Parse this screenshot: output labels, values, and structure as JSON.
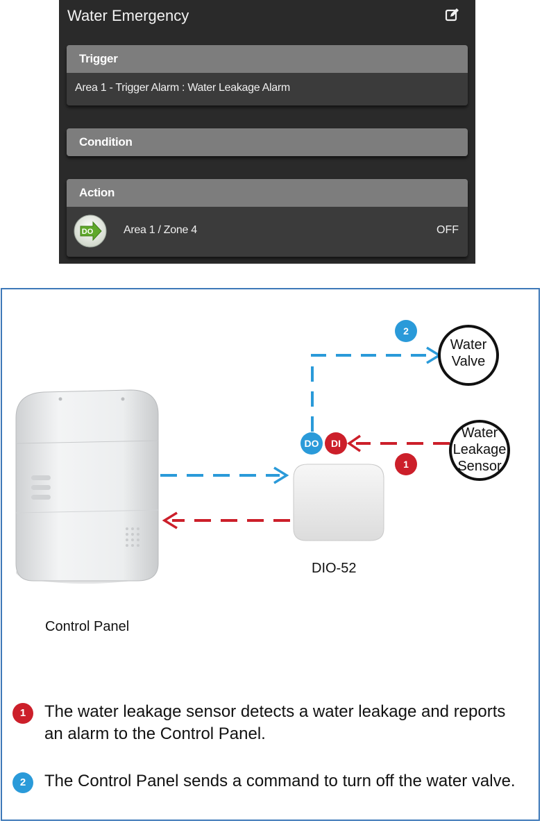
{
  "rule": {
    "title": "Water Emergency",
    "edit_icon": "edit-icon",
    "trigger": {
      "header": "Trigger",
      "text": "Area 1 - Trigger Alarm : Water Leakage Alarm"
    },
    "condition": {
      "header": "Condition"
    },
    "action": {
      "header": "Action",
      "icon_label": "DO",
      "zone": "Area 1 / Zone 4",
      "state": "OFF"
    }
  },
  "diagram": {
    "control_panel_label": "Control Panel",
    "dio_label": "DIO-52",
    "do_port": "DO",
    "di_port": "DI",
    "water_valve_line1": "Water",
    "water_valve_line2": "Valve",
    "sensor_line1": "Water",
    "sensor_line2": "Leakage",
    "sensor_line3": "Sensor",
    "step1_badge": "1",
    "step2_badge": "2"
  },
  "notes": [
    {
      "number": "1",
      "text": "The water leakage sensor detects a water leakage and reports an alarm to the Control Panel."
    },
    {
      "number": "2",
      "text": "The Control Panel sends a command to turn off the water valve."
    }
  ],
  "colors": {
    "card_bg": "#2a2a2a",
    "section_header": "#7d7d7d",
    "section_body": "#3b3b3b",
    "blue": "#2a9ad9",
    "red": "#cc1f2a",
    "frame_blue": "#3d78b8",
    "do_icon_green": "#5fa82a"
  }
}
